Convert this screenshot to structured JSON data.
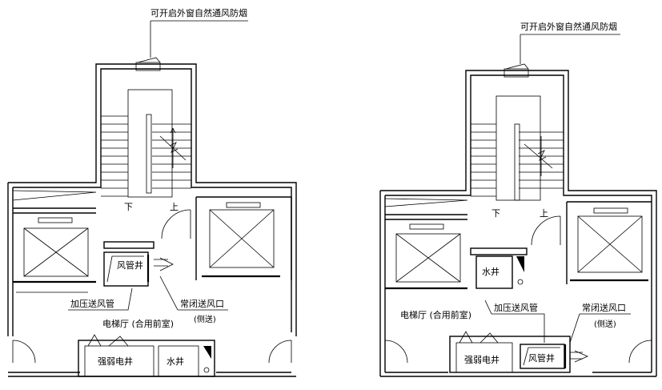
{
  "left_plan": {
    "window_note": "可开启外窗自然通风防烟",
    "stair_down": "下",
    "stair_up": "上",
    "duct_shaft": "风管井",
    "pressurized_duct": "加压送风管",
    "closed_vent": "常闭送风口",
    "side_supply": "(侧送)",
    "lobby": "电梯厅 (合用前室)",
    "elec_shaft": "强弱电井",
    "water_shaft": "水井"
  },
  "right_plan": {
    "window_note": "可开启外窗自然通风防烟",
    "stair_down": "下",
    "stair_up": "上",
    "water_shaft": "水井",
    "lobby": "电梯厅 (合用前室)",
    "pressurized_duct": "加压送风管",
    "closed_vent": "常闭送风口",
    "side_supply": "(侧送)",
    "elec_shaft": "强弱电井",
    "duct_shaft": "风管井"
  }
}
